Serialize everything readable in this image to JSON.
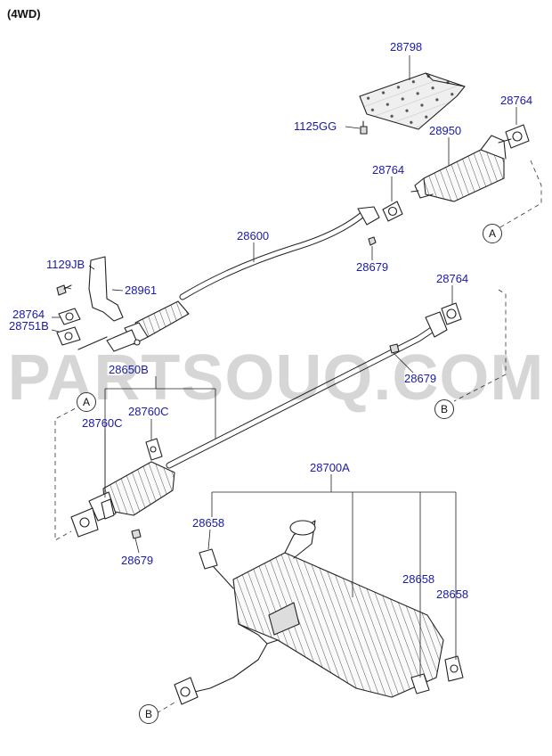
{
  "header": {
    "variant": "(4WD)"
  },
  "watermark": "PARTSOUQ.COM",
  "parts": {
    "heat_shield": "28798",
    "bolt_heat_shield": "1125GG",
    "gasket_rear_cat": "28764",
    "catalytic_converter": "28950",
    "gasket_center": "28764",
    "center_pipe": "28600",
    "nut_center": "28679",
    "bolt_bracket": "1129JB",
    "bracket": "28961",
    "gasket_front": "28764",
    "gasket_front_b": "28751B",
    "gasket_right": "28764",
    "nut_right": "28679",
    "front_pipe_assy": "28650B",
    "hanger_left": "28760C",
    "hanger_right": "28760C",
    "nut_front": "28679",
    "muffler_assy": "28700A",
    "hanger_muffler_left": "28658",
    "hanger_muffler_right1": "28658",
    "hanger_muffler_right2": "28658"
  },
  "refs": {
    "a": "A",
    "b": "B"
  },
  "colors": {
    "label": "#1a1aa6",
    "line": "#222222",
    "watermark": "rgba(0,0,0,0.16)"
  }
}
